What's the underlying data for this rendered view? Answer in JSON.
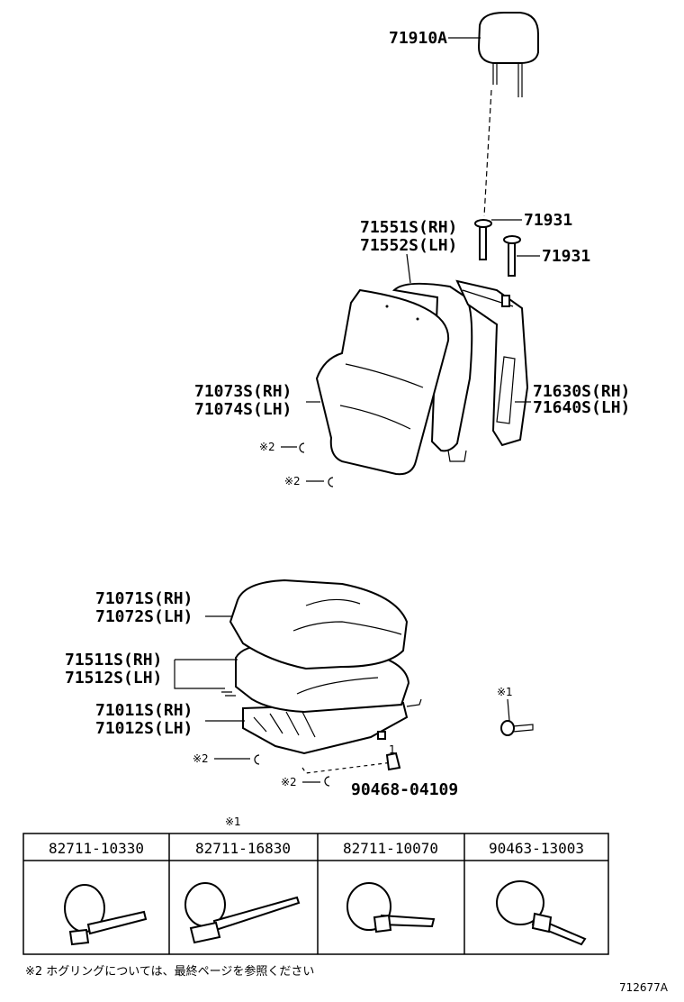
{
  "labels": {
    "headrest": "71910A",
    "guide_rh": "71551S(RH)",
    "guide_lh": "71552S(LH)",
    "support_a": "71931",
    "support_b": "71931",
    "back_cover_rh": "71073S(RH)",
    "back_cover_lh": "71074S(LH)",
    "back_frame_rh": "71630S(RH)",
    "back_frame_lh": "71640S(LH)",
    "cushion_cover_rh": "71071S(RH)",
    "cushion_cover_lh": "71072S(LH)",
    "cushion_pad_rh": "71511S(RH)",
    "cushion_pad_lh": "71512S(LH)",
    "cushion_frame_rh": "71011S(RH)",
    "cushion_frame_lh": "71012S(LH)",
    "clip_part": "90468-04109"
  },
  "marks": {
    "hogring_1": "※2",
    "hogring_2": "※2",
    "hogring_3": "※2",
    "hogring_4": "※2",
    "clamp_ref": "※1",
    "table_ref": "※1",
    "callout_1": "1"
  },
  "table": {
    "headers": [
      "82711-10330",
      "82711-16830",
      "82711-10070",
      "90463-13003"
    ]
  },
  "footnote": "※2  ホグリングについては、最終ページを参照ください",
  "figure_id": "712677A"
}
